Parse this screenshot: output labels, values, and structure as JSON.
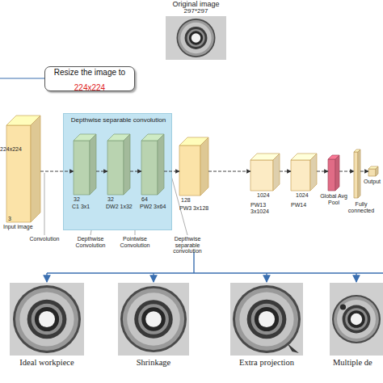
{
  "diagram": {
    "nodes": [
      {
        "text": [
          "Original image",
          "297*297"
        ]
      },
      {
        "text": [
          "Resize the image to",
          "224x224"
        ]
      },
      {
        "text": [
          "224x224",
          "3",
          "Input image"
        ]
      },
      {
        "text": [
          "Depthwise separable convolution"
        ]
      },
      {
        "text": [
          "32",
          "C1 3x1"
        ],
        "in": 3
      },
      {
        "text": [
          "32",
          "DW2 1x32"
        ],
        "in": 3
      },
      {
        "text": [
          "64",
          "PW2 3x64"
        ],
        "in": 3
      },
      {
        "text": [
          "128",
          "PW3 3x128"
        ]
      },
      {
        "text": [
          "1024",
          "PW13 3x1024"
        ]
      },
      {
        "text": [
          "1024",
          "PW14"
        ]
      },
      {
        "text": [
          "Global Avg Pool"
        ]
      },
      {
        "text": [
          "Fully connected"
        ]
      },
      {
        "text": [
          "Output"
        ]
      },
      {
        "text": [
          "Ideal workpiece"
        ]
      },
      {
        "text": [
          "Shrinkage"
        ]
      },
      {
        "text": [
          "Extra projection"
        ]
      },
      {
        "text": [
          "Multiple de"
        ]
      }
    ],
    "edges": [
      {
        "from": 2,
        "to": 4,
        "arrow": "to"
      },
      {
        "from": 4,
        "to": 5,
        "arrow": "to"
      },
      {
        "from": 5,
        "to": 6,
        "arrow": "to"
      },
      {
        "from": 6,
        "to": 7,
        "arrow": "to"
      },
      {
        "from": 7,
        "to": 8,
        "arrow": "to"
      },
      {
        "from": 8,
        "to": 9,
        "arrow": "to"
      },
      {
        "from": 9,
        "to": 10,
        "arrow": "to"
      },
      {
        "from": 10,
        "to": 11,
        "arrow": "to"
      },
      {
        "from": 11,
        "to": 12,
        "arrow": "to"
      }
    ],
    "labels": [
      "Convolution",
      "Depthwise Convolution",
      "Pointwise Convolution",
      "Depthwise separable convolution"
    ]
  }
}
